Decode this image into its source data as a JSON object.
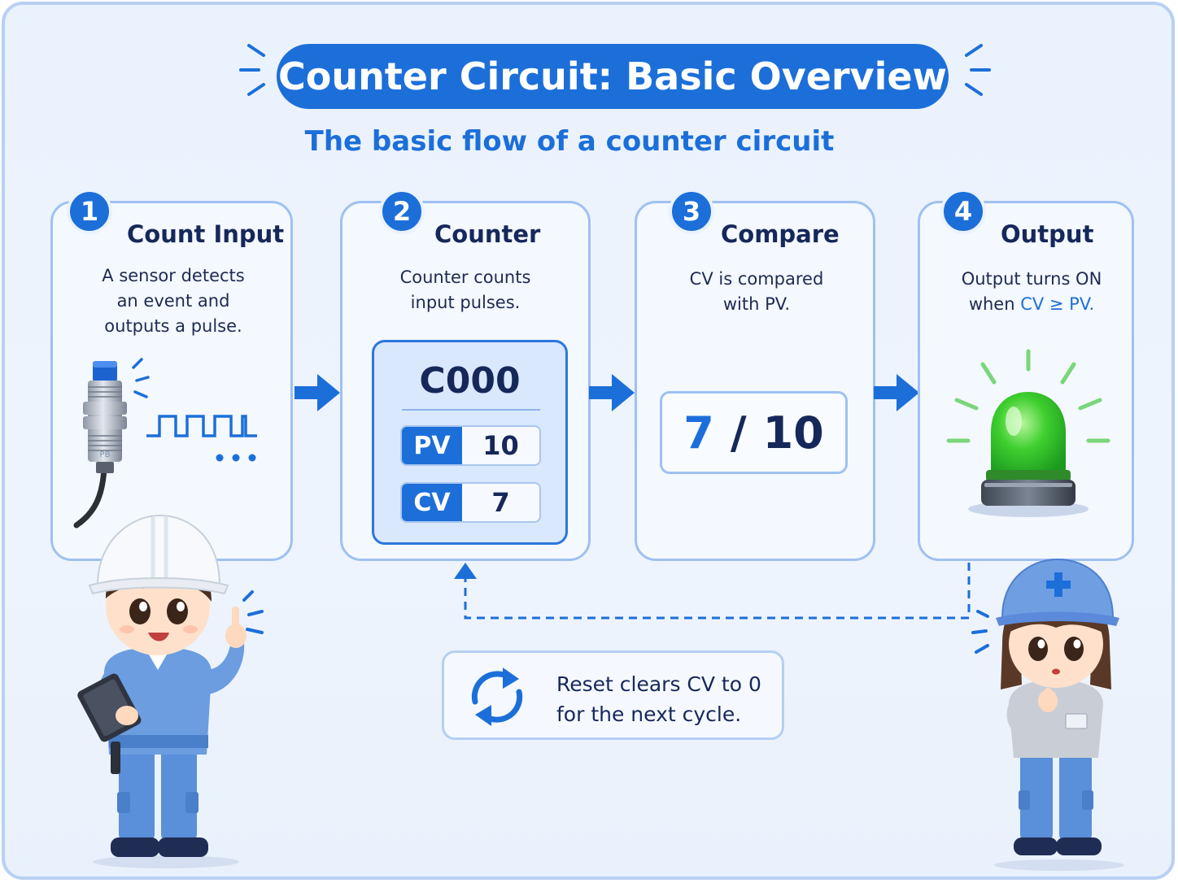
{
  "title": "Counter Circuit: Basic Overview",
  "subtitle": "The basic flow of a counter circuit",
  "steps": [
    {
      "number": "1",
      "title": "Count Input",
      "lines": [
        "A sensor detects",
        "an event and",
        "outputs a pulse."
      ]
    },
    {
      "number": "2",
      "title": "Counter",
      "lines": [
        "Counter counts",
        "input pulses."
      ]
    },
    {
      "number": "3",
      "title": "Compare",
      "lines": [
        "CV is compared",
        "with PV."
      ]
    },
    {
      "number": "4",
      "title": "Output",
      "line1": "Output turns ON",
      "line2_prefix": "when ",
      "line2_highlight": "CV ≥ PV."
    }
  ],
  "sensor": {
    "pulse_dots": "• • •",
    "label": "PB"
  },
  "counter": {
    "name": "C000",
    "pv_label": "PV",
    "pv_value": "10",
    "cv_label": "CV",
    "cv_value": "7"
  },
  "compare": {
    "cv": "7",
    "sep": "/",
    "pv": "10"
  },
  "reset": {
    "line1": "Reset clears CV to 0",
    "line2": "for the next cycle."
  },
  "colors": {
    "accent": "#1c6fd9",
    "card_border": "#9fc1f1",
    "background": "#eaf2fd",
    "light_green": "#35c43a"
  },
  "icons": [
    "proximity-sensor-icon",
    "pulse-wave-icon",
    "arrow-right-icon",
    "green-beacon-icon",
    "reset-cycle-icon",
    "engineer-boy-illustration",
    "engineer-girl-illustration"
  ]
}
